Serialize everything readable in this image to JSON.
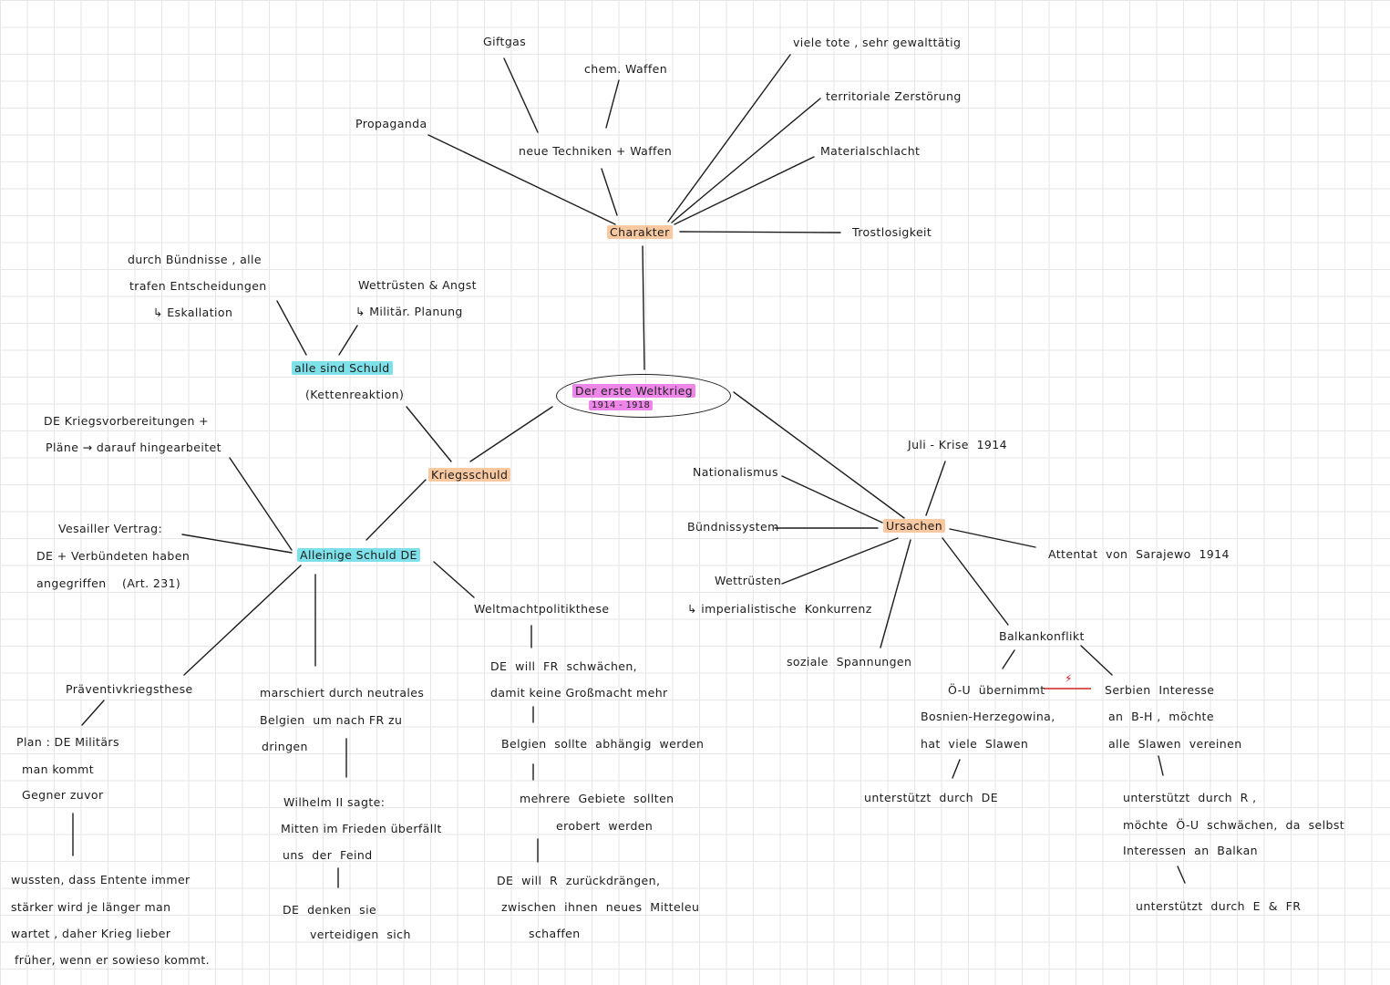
{
  "center": {
    "title": "Der erste Weltkrieg",
    "years": "1914 - 1918"
  },
  "charakter": {
    "label": "Charakter",
    "nodes": {
      "giftgas": "Giftgas",
      "chem_waffen": "chem. Waffen",
      "neue_techniken": "neue Techniken + Waffen",
      "propaganda": "Propaganda",
      "viele_tote": "viele tote , sehr gewalttätig",
      "territoriale": "territoriale Zerstörung",
      "materialschlacht": "Materialschlacht",
      "trostlosigkeit": "Trostlosigkeit"
    }
  },
  "kriegsschuld": {
    "label": "Kriegsschuld",
    "alle_schuld": {
      "label": "alle sind Schuld",
      "sub": "(Kettenreaktion)",
      "buendnisse": [
        "durch Bündnisse , alle",
        "trafen Entscheidungen",
        "↳ Eskallation"
      ],
      "wettruesten": [
        "Wettrüsten & Angst",
        "↳ Militär. Planung"
      ]
    },
    "alleinige": {
      "label": "Alleinige Schuld DE",
      "kriegsvorbereitungen": [
        "DE Kriegsvorbereitungen +",
        "Pläne → darauf hingearbeitet"
      ],
      "versailler": [
        "Vesailler Vertrag:",
        "DE + Verbündeten haben",
        "angegriffen    (Art. 231)"
      ],
      "praeventiv": {
        "label": "Präventivkriegsthese",
        "plan": [
          "Plan : DE Militärs",
          "man kommt",
          "Gegner zuvor"
        ],
        "detail": [
          "wussten, dass Entente immer",
          "stärker wird je länger man",
          "wartet , daher Krieg lieber",
          "früher, wenn er sowieso kommt."
        ]
      },
      "belgien": {
        "lines": [
          "marschiert durch neutrales",
          "Belgien  um nach FR zu",
          "dringen"
        ],
        "wilhelm": [
          "Wilhelm II sagte:",
          "Mitten im Frieden überfällt",
          "uns  der  Feind"
        ],
        "denken": [
          "DE  denken  sie",
          "verteidigen  sich"
        ]
      },
      "weltmacht": {
        "label": "Weltmachtpolitikthese",
        "schwaechen": [
          "DE  will  FR  schwächen,",
          "damit keine Großmacht mehr"
        ],
        "belgien": "Belgien  sollte  abhängig  werden",
        "gebiete": [
          "mehrere  Gebiete  sollten",
          "erobert  werden"
        ],
        "russland": [
          "DE  will  R  zurückdrängen,",
          "zwischen  ihnen  neues  Mitteleu",
          "schaffen"
        ]
      }
    }
  },
  "ursachen": {
    "label": "Ursachen",
    "juli_krise": "Juli - Krise  1914",
    "nationalismus": "Nationalismus",
    "buendnissystem": "Bündnissystem",
    "wettruesten": [
      "Wettrüsten",
      "↳ imperialistische  Konkurrenz"
    ],
    "soziale": "soziale  Spannungen",
    "attentat": "Attentat  von  Sarajewo  1914",
    "balkan": {
      "label": "Balkankonflikt",
      "conflict_mark": "⚡",
      "oe_u": [
        "Ö-U  übernimmt",
        "Bosnien-Herzegowina,",
        "hat  viele  Slawen"
      ],
      "oe_u_support": "unterstützt  durch  DE",
      "serbien": [
        "Serbien  Interesse",
        "an  B-H ,  möchte",
        "alle  Slawen  vereinen"
      ],
      "serbien_support": [
        "unterstützt  durch  R ,",
        "möchte  Ö-U  schwächen,  da  selbst",
        "Interessen  an  Balkan"
      ],
      "serbien_support2": "unterstützt  durch  E  &  FR"
    }
  }
}
